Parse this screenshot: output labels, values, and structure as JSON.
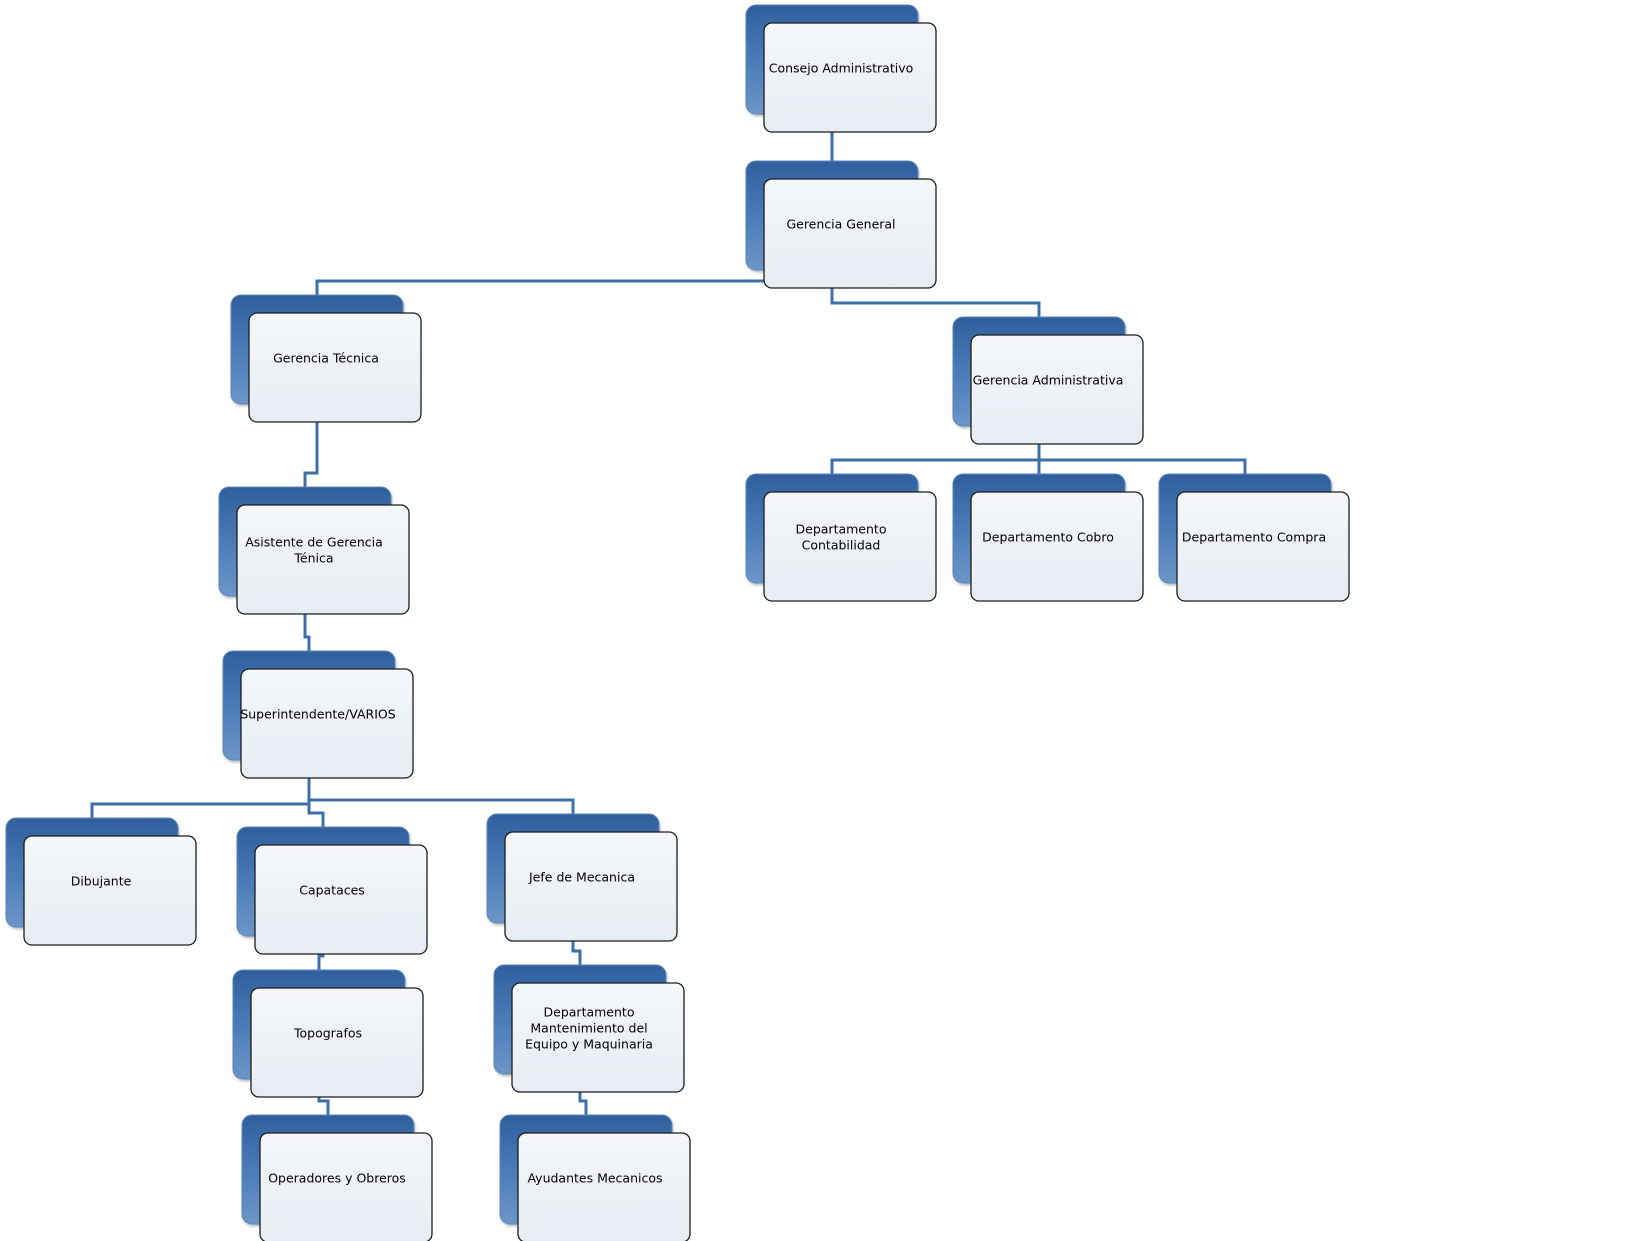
{
  "diagram": {
    "type": "org-chart",
    "colors": {
      "connector": "#3d6fa8",
      "back_panel_top": "#2f5f9c",
      "back_panel_bottom": "#6d96c8",
      "front_panel": "#eef2f6",
      "front_border": "#1c1c1c"
    },
    "nodes": [
      {
        "id": "consejo",
        "lines": [
          "Consejo Administrativo"
        ]
      },
      {
        "id": "gerencia-general",
        "lines": [
          "Gerencia General"
        ]
      },
      {
        "id": "gerencia-tecnica",
        "lines": [
          "Gerencia Técnica"
        ]
      },
      {
        "id": "gerencia-administrativa",
        "lines": [
          "Gerencia Administrativa"
        ]
      },
      {
        "id": "asistente",
        "lines": [
          "Asistente de Gerencia",
          "Ténica"
        ]
      },
      {
        "id": "dep-contabilidad",
        "lines": [
          "Departamento",
          "Contabilidad"
        ]
      },
      {
        "id": "dep-cobro",
        "lines": [
          "Departamento Cobro"
        ]
      },
      {
        "id": "dep-compra",
        "lines": [
          "Departamento Compra"
        ]
      },
      {
        "id": "superintendente",
        "lines": [
          "Superintendente/VARIOS"
        ]
      },
      {
        "id": "dibujante",
        "lines": [
          "Dibujante"
        ]
      },
      {
        "id": "capataces",
        "lines": [
          "Capataces"
        ]
      },
      {
        "id": "jefe-mecanica",
        "lines": [
          "Jefe de Mecanica"
        ]
      },
      {
        "id": "topografos",
        "lines": [
          "Topografos"
        ]
      },
      {
        "id": "dep-mantenimiento",
        "lines": [
          "Departamento",
          "Mantenimiento del",
          "Equipo y Maquinaria"
        ]
      },
      {
        "id": "operadores",
        "lines": [
          "Operadores y Obreros"
        ]
      },
      {
        "id": "ayudantes",
        "lines": [
          "Ayudantes Mecanicos"
        ]
      }
    ],
    "edges": [
      {
        "from": "consejo",
        "to": "gerencia-general"
      },
      {
        "from": "gerencia-general",
        "to": "gerencia-tecnica"
      },
      {
        "from": "gerencia-general",
        "to": "gerencia-administrativa"
      },
      {
        "from": "gerencia-tecnica",
        "to": "asistente"
      },
      {
        "from": "gerencia-administrativa",
        "to": "dep-contabilidad"
      },
      {
        "from": "gerencia-administrativa",
        "to": "dep-cobro"
      },
      {
        "from": "gerencia-administrativa",
        "to": "dep-compra"
      },
      {
        "from": "asistente",
        "to": "superintendente"
      },
      {
        "from": "superintendente",
        "to": "dibujante"
      },
      {
        "from": "superintendente",
        "to": "capataces"
      },
      {
        "from": "superintendente",
        "to": "jefe-mecanica"
      },
      {
        "from": "capataces",
        "to": "topografos"
      },
      {
        "from": "topografos",
        "to": "operadores"
      },
      {
        "from": "jefe-mecanica",
        "to": "dep-mantenimiento"
      },
      {
        "from": "dep-mantenimiento",
        "to": "ayudantes"
      }
    ]
  }
}
